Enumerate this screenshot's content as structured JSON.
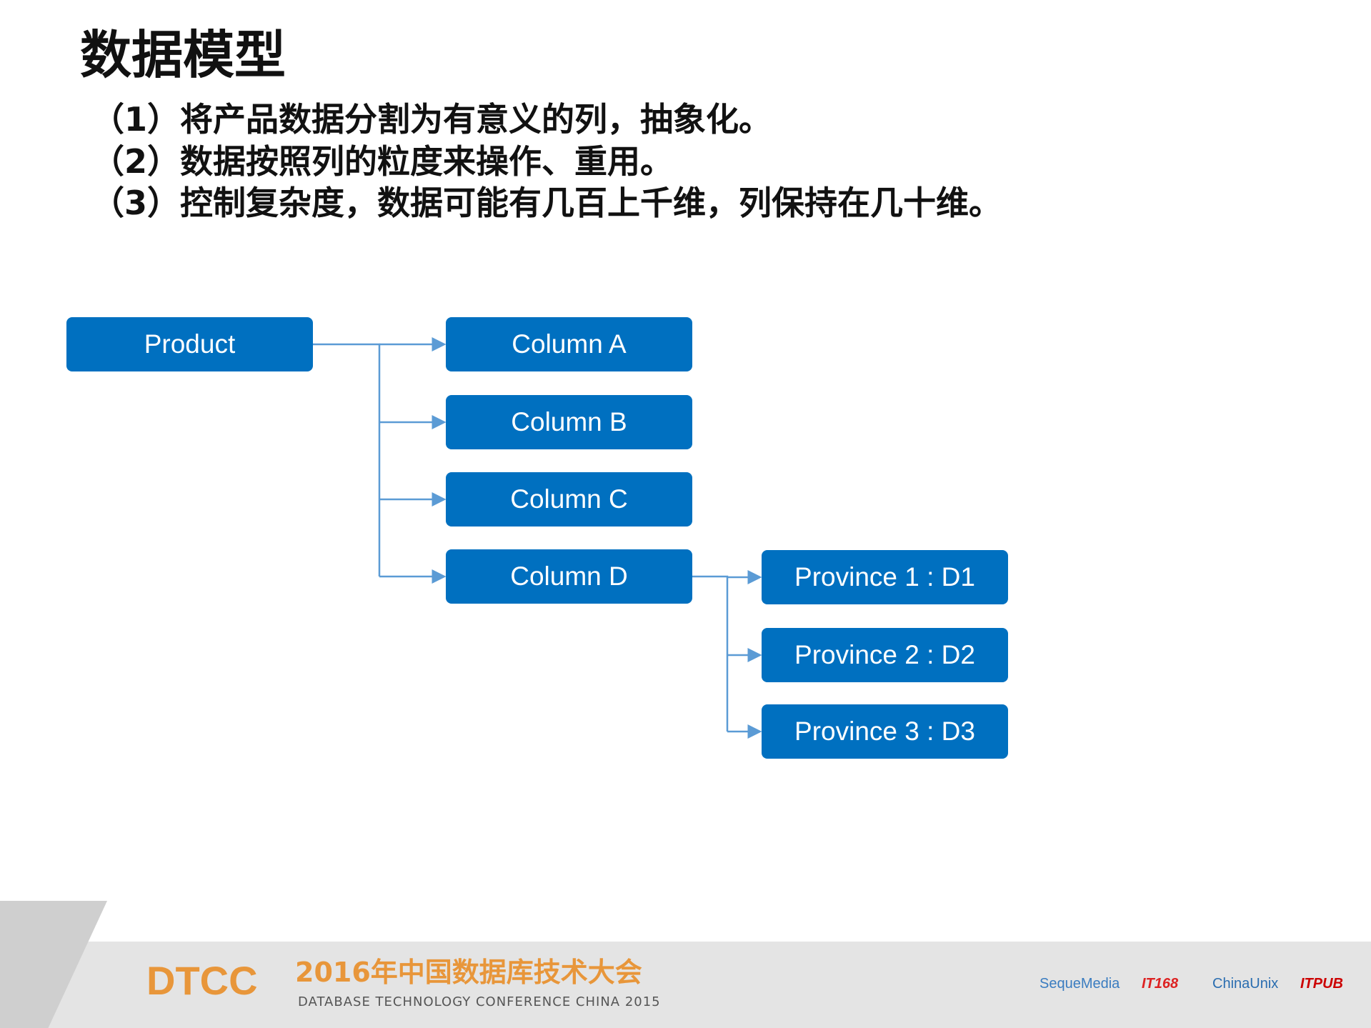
{
  "title": "数据模型",
  "bullets": [
    "（1）将产品数据分割为有意义的列，抽象化。",
    "（2）数据按照列的粒度来操作、重用。",
    "（3）控制复杂度，数据可能有几百上千维，列保持在几十维。"
  ],
  "diagram": {
    "root": "Product",
    "columns": [
      "Column A",
      "Column B",
      "Column C",
      "Column D"
    ],
    "provinces": [
      "Province 1 : D1",
      "Province 2 : D2",
      "Province 3 : D3"
    ],
    "box_color": "#0070c0",
    "line_color": "#5b9bd5"
  },
  "footer": {
    "logo": "DTCC",
    "conference_cn": "2016年中国数据库技术大会",
    "conference_en": "DATABASE TECHNOLOGY CONFERENCE CHINA 2015",
    "sponsors": [
      "SequeMedia",
      "IT168",
      "ChinaUnix",
      "ITPUB"
    ],
    "accent": "#e8963a"
  }
}
